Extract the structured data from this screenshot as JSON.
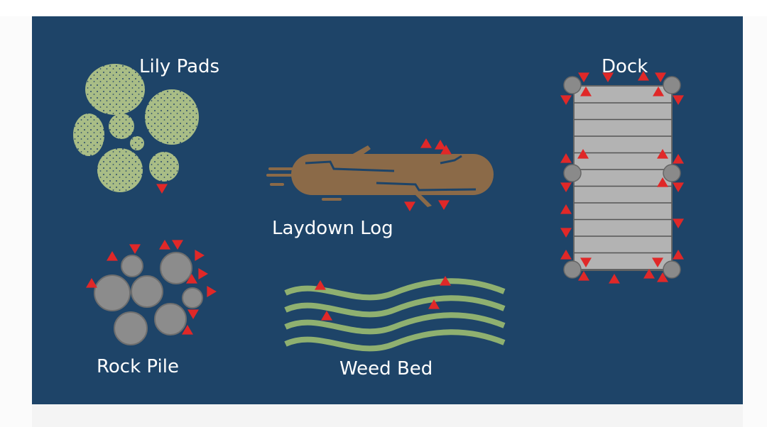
{
  "diagram": {
    "labels": {
      "lily_pads": "Lily Pads",
      "dock": "Dock",
      "laydown_log": "Laydown Log",
      "rock_pile": "Rock Pile",
      "weed_bed": "Weed Bed"
    },
    "colors": {
      "water": "#1e4468",
      "lily_pad": "#a9bd86",
      "rock": "#8c8c8c",
      "log": "#8b6a48",
      "weed": "#8fb070",
      "dock": "#b3b3b3",
      "marker": "#e02828"
    },
    "marker_icon": "red-triangle-icon"
  }
}
